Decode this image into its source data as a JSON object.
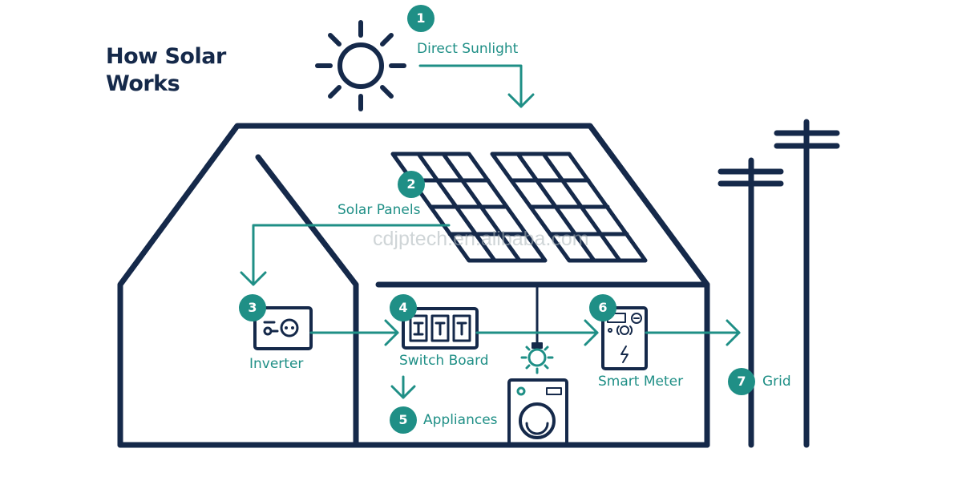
{
  "title_line1": "How Solar",
  "title_line2": "Works",
  "watermark": "cdjptech.en.alibaba.com",
  "colors": {
    "navy": "#15294a",
    "teal": "#1f8f86"
  },
  "steps": [
    {
      "num": "1",
      "label": "Direct Sunlight"
    },
    {
      "num": "2",
      "label": "Solar Panels"
    },
    {
      "num": "3",
      "label": "Inverter"
    },
    {
      "num": "4",
      "label": "Switch Board"
    },
    {
      "num": "5",
      "label": "Appliances"
    },
    {
      "num": "6",
      "label": "Smart Meter"
    },
    {
      "num": "7",
      "label": "Grid"
    }
  ],
  "icons": [
    "sun-icon",
    "solar-panel-icon",
    "inverter-icon",
    "switch-board-icon",
    "light-bulb-icon",
    "washing-machine-icon",
    "smart-meter-icon",
    "power-pole-icon"
  ]
}
